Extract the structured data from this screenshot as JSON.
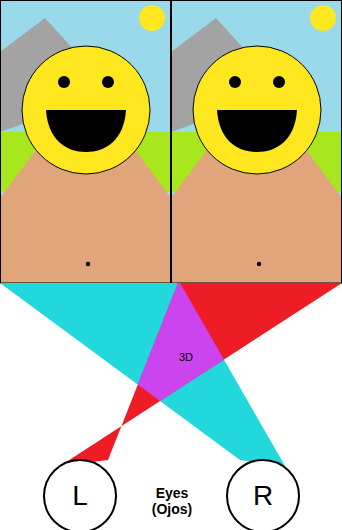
{
  "diagram": {
    "nodes": [
      {
        "text": [
          "3D"
        ]
      },
      {
        "text": [
          "L"
        ]
      },
      {
        "text": [
          "R"
        ]
      }
    ],
    "labels": [
      "Eyes (Ojos)"
    ]
  }
}
